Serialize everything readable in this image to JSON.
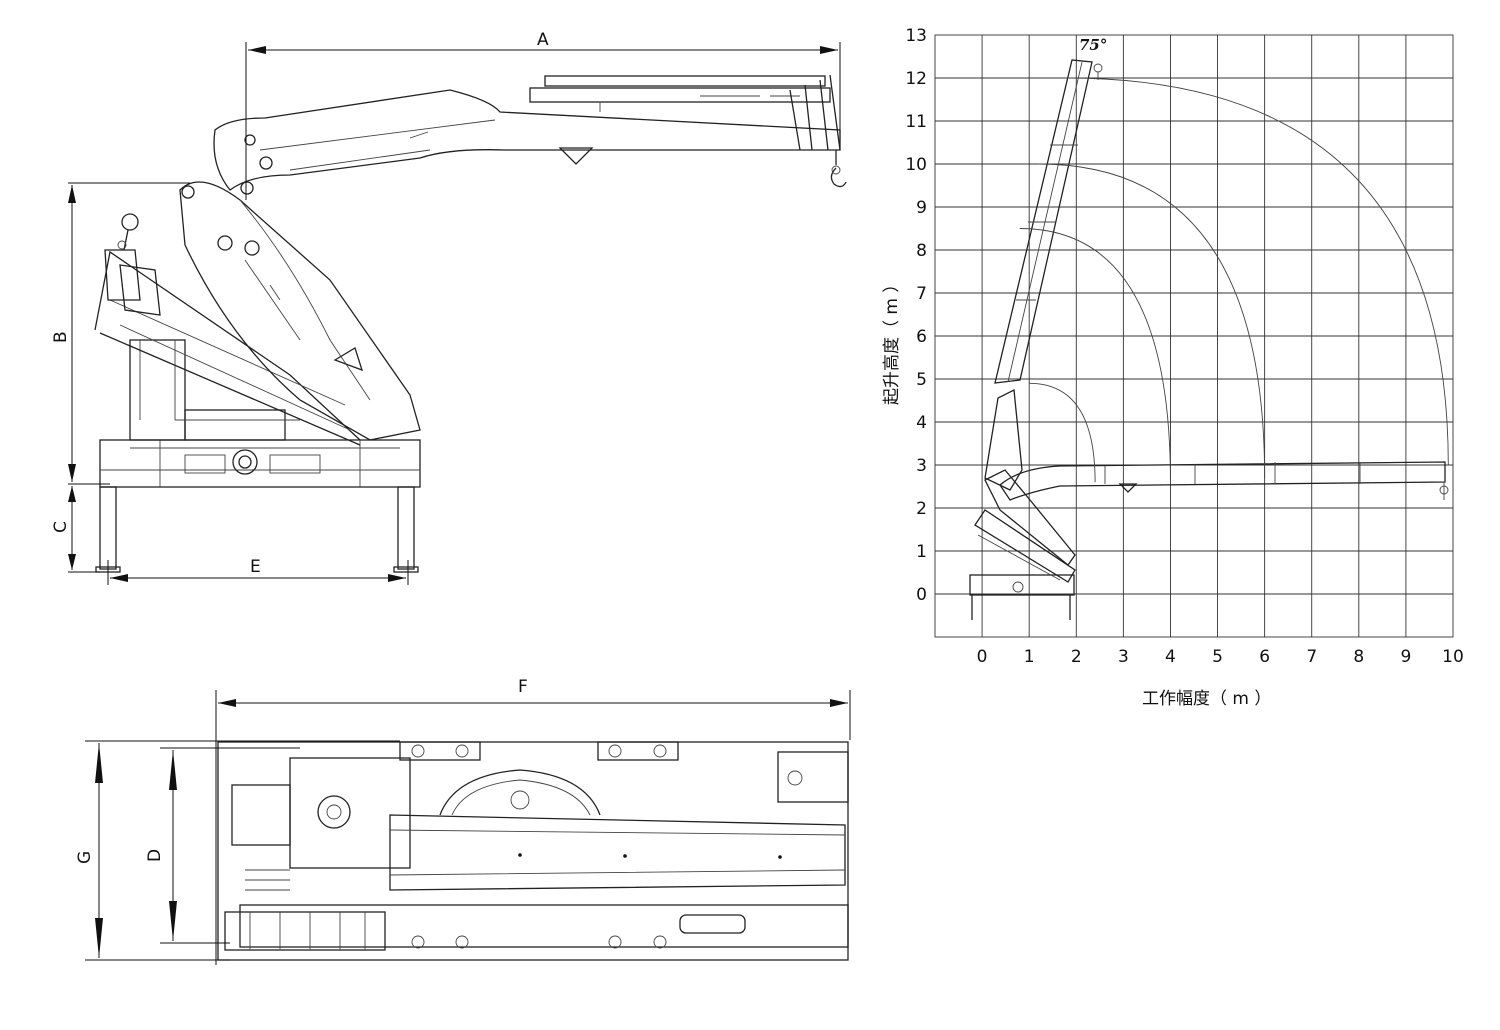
{
  "dimensions": {
    "A": "A",
    "B": "B",
    "C": "C",
    "D": "D",
    "E": "E",
    "F": "F",
    "G": "G"
  },
  "chart_data": {
    "type": "line",
    "title": "",
    "xlabel": "工作幅度（ m ）",
    "ylabel": "起升高度（ m ）",
    "xlim": [
      -1,
      10
    ],
    "ylim": [
      -1,
      13
    ],
    "x_ticks": [
      "0",
      "1",
      "2",
      "3",
      "4",
      "5",
      "6",
      "7",
      "8",
      "9",
      "10"
    ],
    "y_ticks": [
      "0",
      "1",
      "2",
      "3",
      "4",
      "5",
      "6",
      "7",
      "8",
      "9",
      "10",
      "11",
      "12",
      "13"
    ],
    "grid": true,
    "annotation": "75°",
    "series": [
      {
        "x": [
          1.0,
          2.4
        ],
        "y": [
          4.9,
          2.6
        ]
      },
      {
        "x": [
          0.8,
          4.0
        ],
        "y": [
          8.5,
          2.6
        ]
      },
      {
        "x": [
          1.2,
          6.0
        ],
        "y": [
          10.0,
          2.7
        ]
      },
      {
        "x": [
          1.8,
          9.9
        ],
        "y": [
          12.0,
          3.0
        ]
      }
    ]
  }
}
